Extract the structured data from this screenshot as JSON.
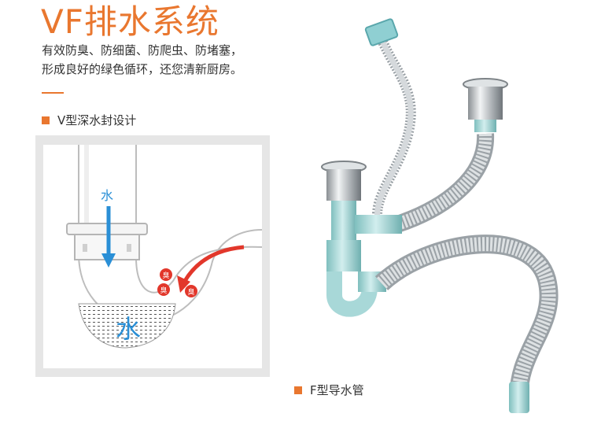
{
  "title": "VF排水系统",
  "description": {
    "line1": "有效防臭、防细菌、防爬虫、防堵塞，",
    "line2": "形成良好的绿色循环，还您清新厨房。"
  },
  "labels": {
    "v_seal": "V型深水封设计",
    "f_pipe": "F型导水管"
  },
  "diagram": {
    "water_arrow_text": "水",
    "water_pool_text": "水",
    "odor_text": "臭"
  },
  "colors": {
    "accent": "#e9772f",
    "water_blue": "#2a8fd6",
    "odor_red": "#e2372b",
    "pipe_blue": "#9fd4d3"
  }
}
